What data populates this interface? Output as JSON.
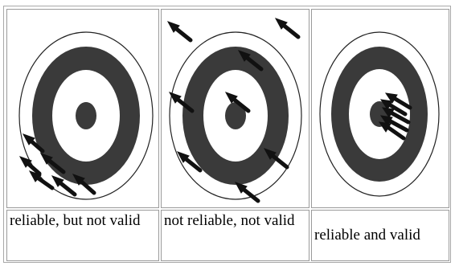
{
  "panels": [
    {
      "id": "reliable-not-valid",
      "caption": "reliable, but not valid"
    },
    {
      "id": "not-reliable-not-valid",
      "caption": "not reliable, not valid"
    },
    {
      "id": "reliable-and-valid",
      "caption": "reliable and valid"
    }
  ],
  "colors": {
    "ring_dark": "#3a3a3a",
    "arrow": "#111111",
    "line": "#222222"
  }
}
